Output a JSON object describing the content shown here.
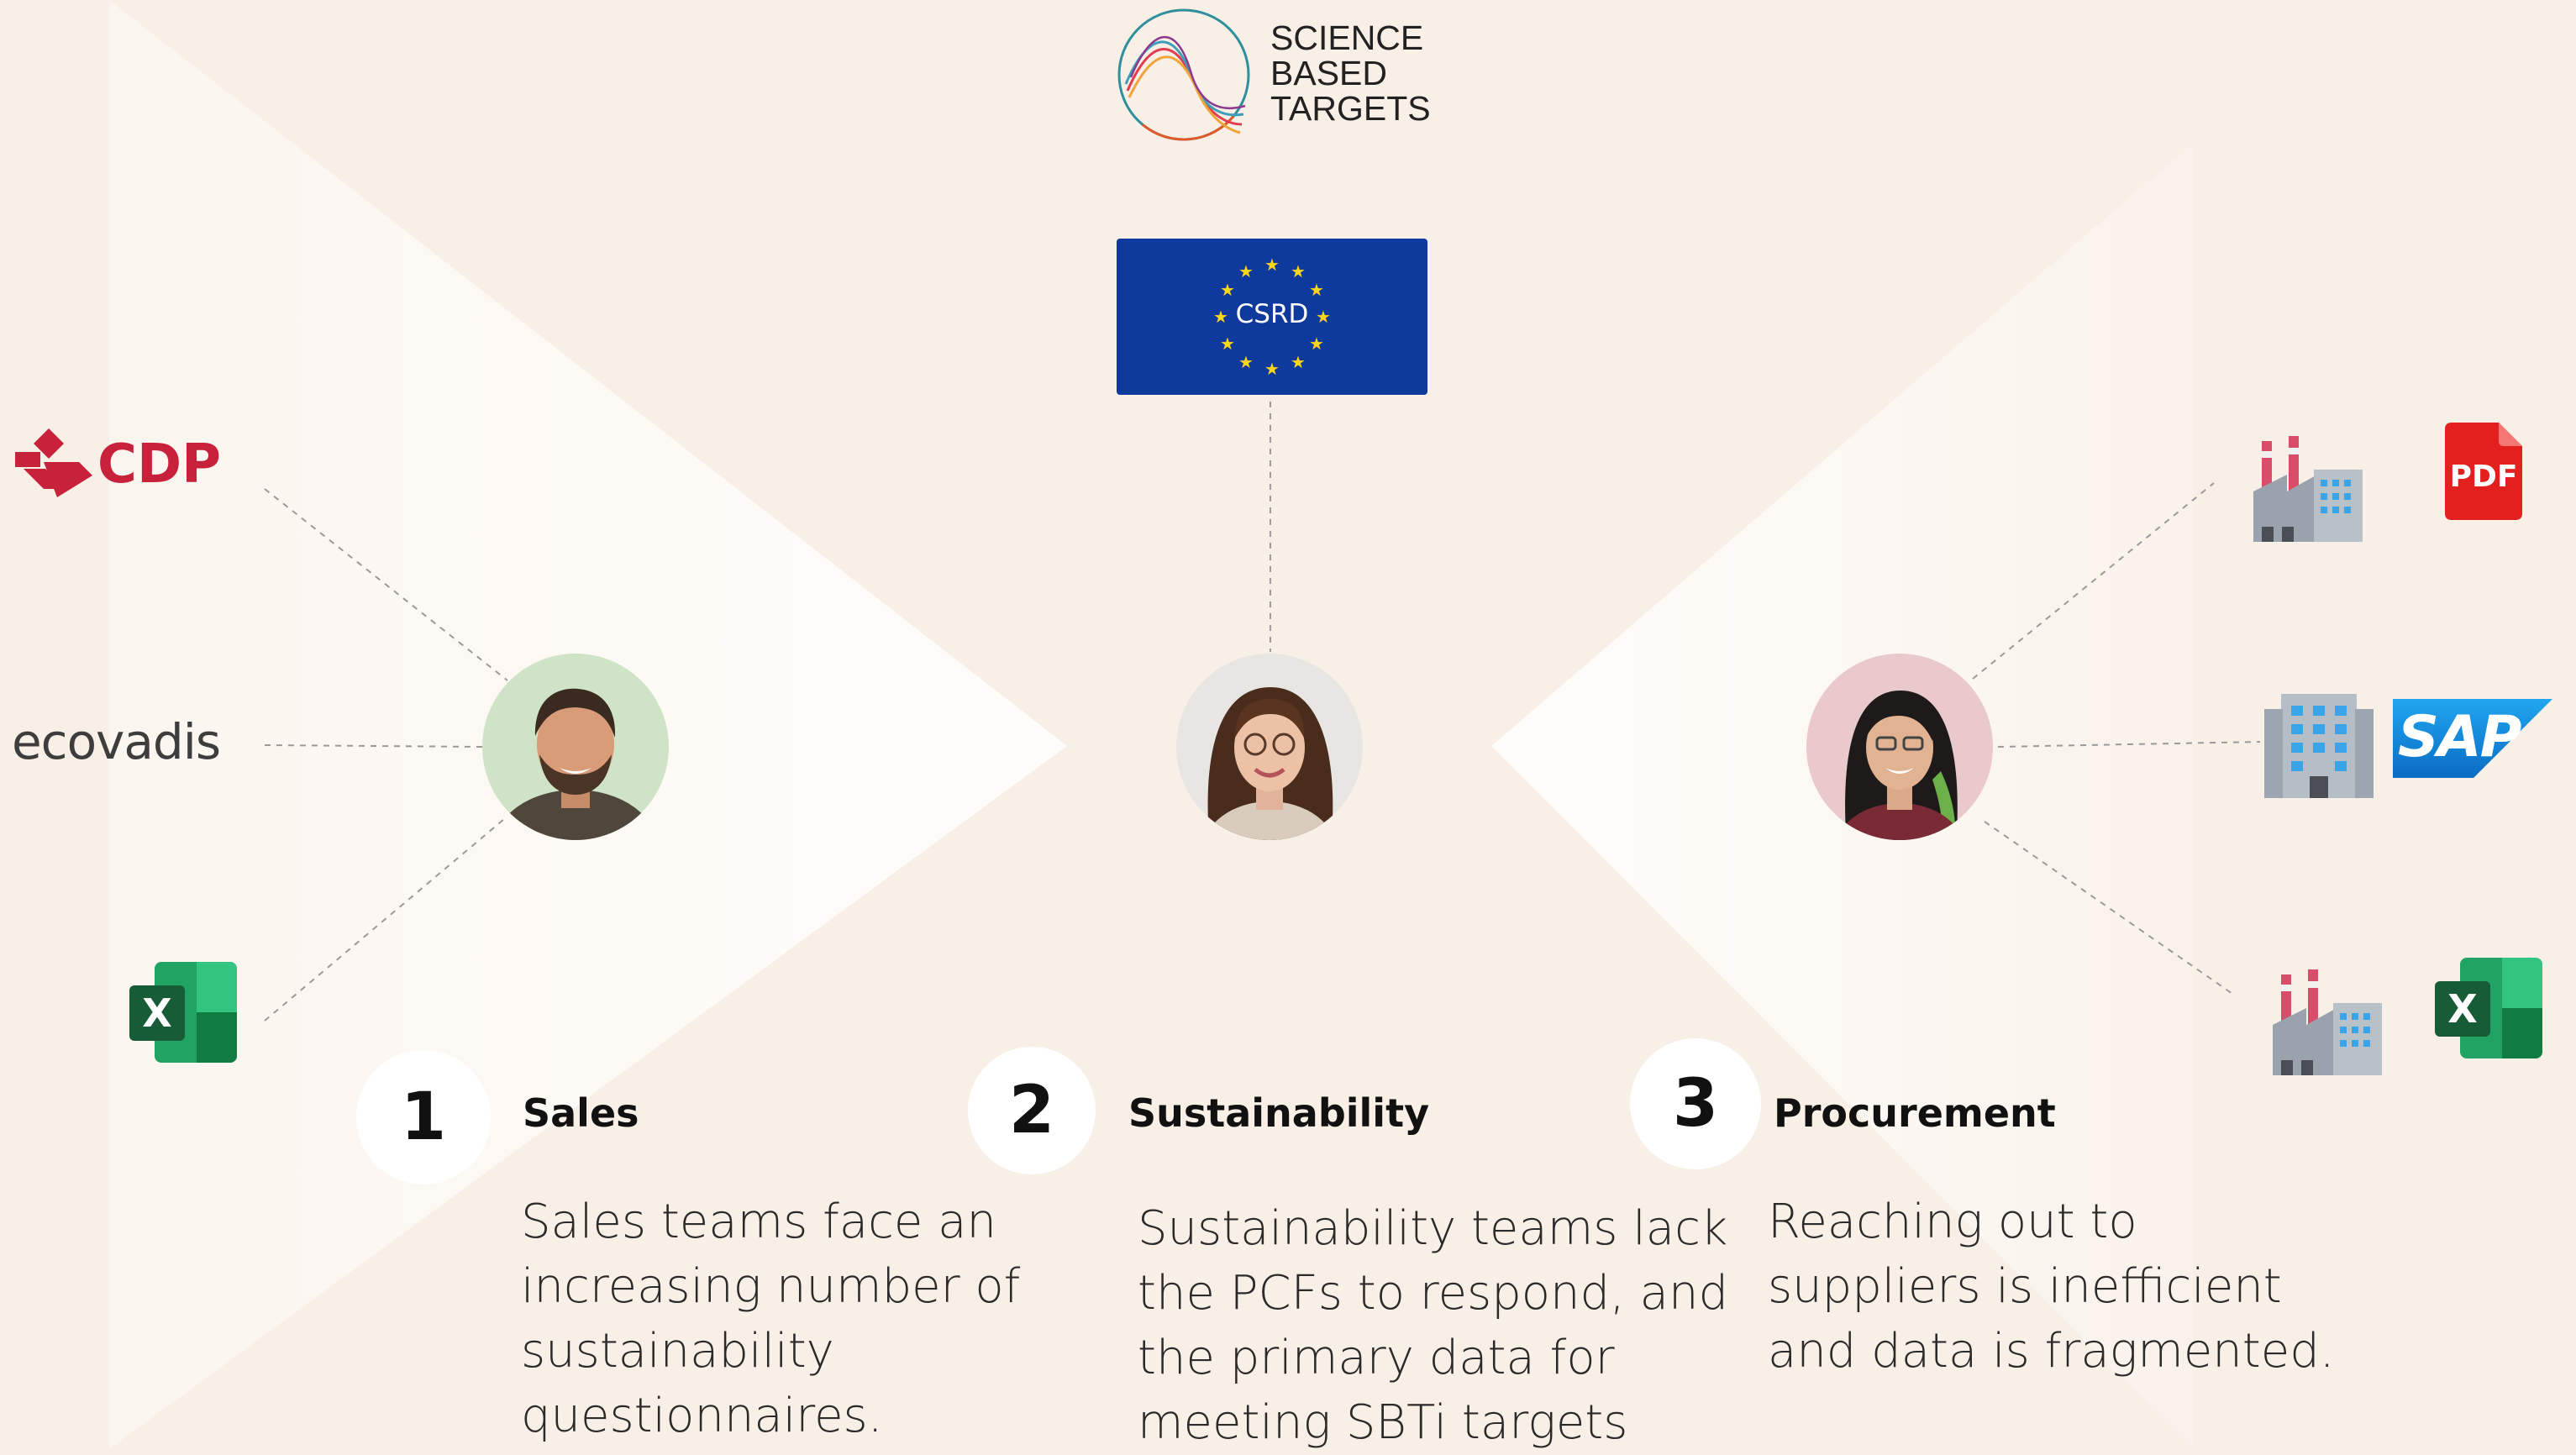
{
  "header": {
    "sbt_logo_lines": [
      "SCIENCE",
      "BASED",
      "TARGETS"
    ]
  },
  "eu_badge": {
    "label": "CSRD"
  },
  "left_sources": {
    "cdp_label": "CDP",
    "ecovadis_label": "ecovadis",
    "excel_label": "X"
  },
  "right_sources": {
    "pdf_label": "PDF",
    "sap_label": "SAP",
    "excel_label": "X"
  },
  "steps": [
    {
      "number": "1",
      "title": "Sales",
      "description_lines": [
        "Sales teams face an",
        "increasing number of",
        "sustainability",
        "questionnaires."
      ]
    },
    {
      "number": "2",
      "title": "Sustainability",
      "description_lines": [
        "Sustainability teams lack",
        "the PCFs to respond, and",
        "the primary data for",
        "meeting SBTi targets"
      ]
    },
    {
      "number": "3",
      "title": "Procurement",
      "description_lines": [
        "Reaching out to",
        "suppliers is inefficient",
        "and data is fragmented."
      ]
    }
  ],
  "colors": {
    "background": "#f8efe6",
    "eu_blue": "#0d3a9c",
    "eu_star": "#ffd617",
    "cdp_red": "#c8213c",
    "excel_green": "#1f7a45",
    "pdf_red": "#e4201e",
    "sap_blue": "#1c8ad9"
  }
}
